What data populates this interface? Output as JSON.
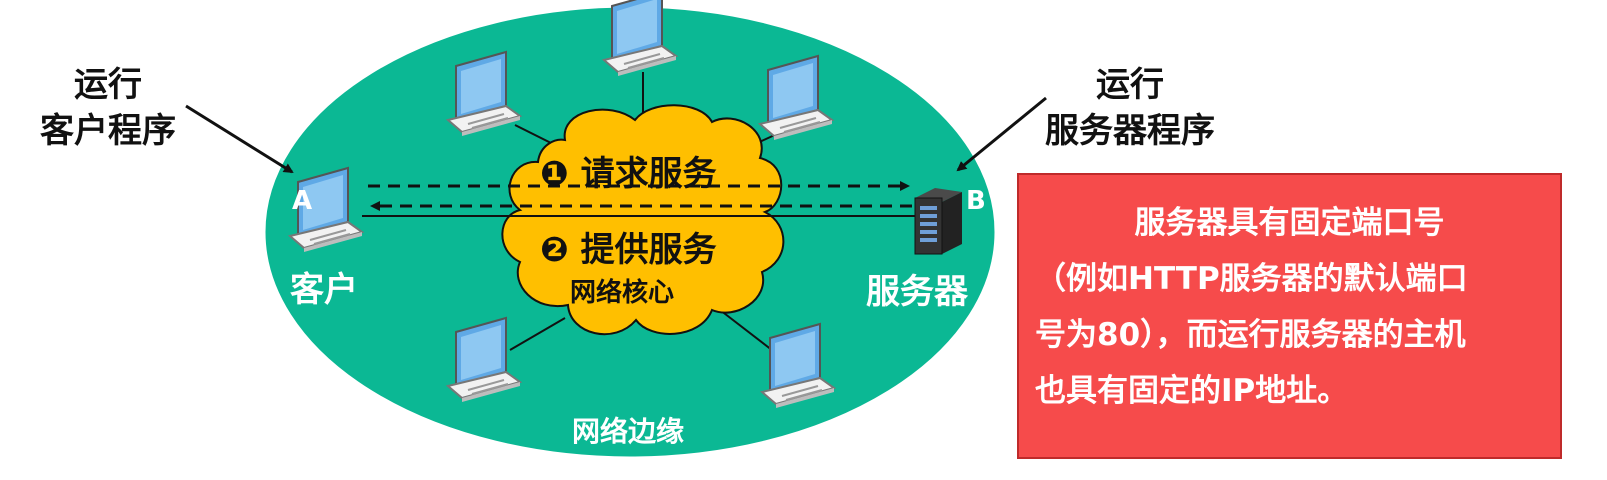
{
  "left_label": {
    "line1": "运行",
    "line2": "客户程序"
  },
  "right_label": {
    "line1": "运行",
    "line2": "服务器程序"
  },
  "client": {
    "letter": "A",
    "caption": "客户"
  },
  "server": {
    "letter": "B",
    "caption": "服务器"
  },
  "core": {
    "step1": "❶ 请求服务",
    "step2": "❷ 提供服务",
    "caption": "网络核心"
  },
  "edge_caption": "网络边缘",
  "note": {
    "lines": [
      "服务器具有固定端口号",
      "（例如HTTP服务器的默认端口",
      "号为80），而运行服务器的主机",
      "也具有固定的IP地址。"
    ]
  },
  "colors": {
    "edge_region": "#0bb894",
    "core_cloud": "#ffbf00",
    "note_box": "#f64b4b"
  }
}
